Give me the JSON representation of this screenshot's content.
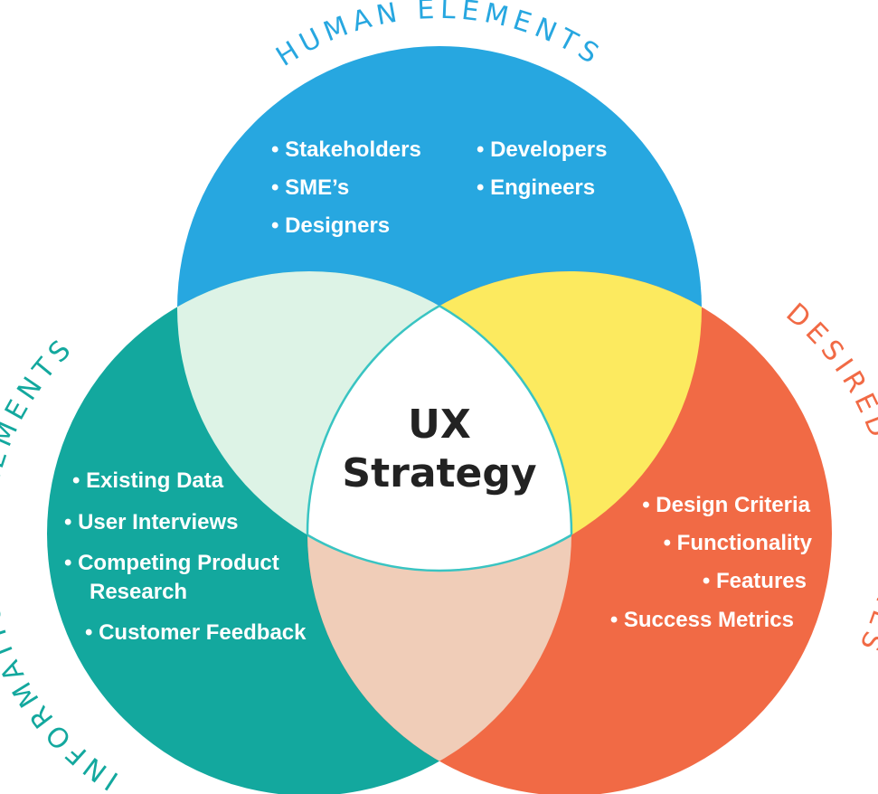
{
  "colors": {
    "human": "#27A7E0",
    "informational": "#13A89E",
    "desired": "#F16A45",
    "human_informational": "#DDF3E6",
    "human_desired": "#FCEA5F",
    "informational_desired": "#F0CDB8",
    "center": "#FFFFFF",
    "center_stroke": "#39C4C2"
  },
  "labels": {
    "human": "HUMAN ELEMENTS",
    "informational": "INFORMATIONAL ELEMENTS",
    "desired": "DESIRED OUTCOMES"
  },
  "center": {
    "line1": "UX",
    "line2": "Strategy"
  },
  "human_items": {
    "stakeholders": "Stakeholders",
    "smes": "SME’s",
    "designers": "Designers",
    "developers": "Developers",
    "engineers": "Engineers"
  },
  "informational_items": {
    "existing_data": "Existing Data",
    "user_interviews": "User Interviews",
    "competing_1": "Competing Product",
    "competing_2": "Research",
    "customer_feedback": "Customer Feedback"
  },
  "desired_items": {
    "design_criteria": "Design Criteria",
    "functionality": "Functionality",
    "features": "Features",
    "success_metrics": "Success Metrics"
  }
}
